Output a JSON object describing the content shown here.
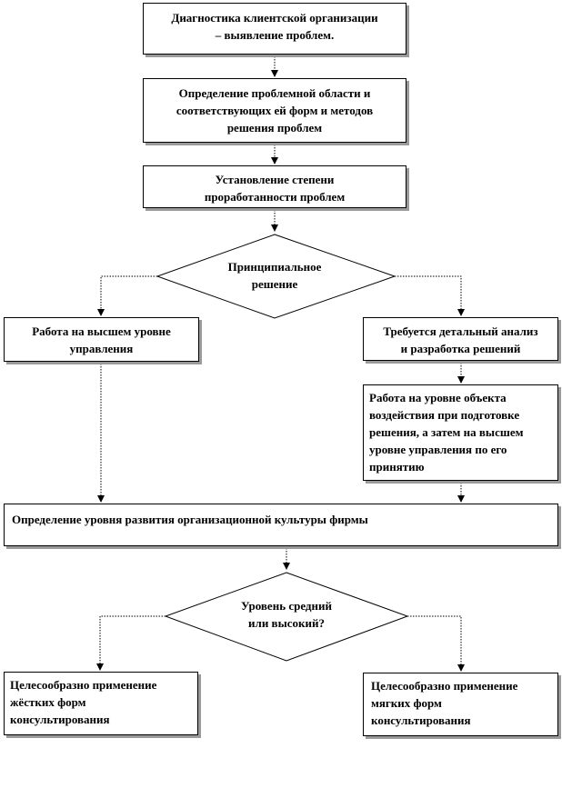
{
  "flowchart": {
    "steps": {
      "diagnostics": "Диагностика клиентской организации\n– выявление проблем.",
      "problem_area": "Определение проблемной области и\nсоответствующих ей форм и методов\nрешения проблем",
      "elaboration": "Установление степени\nпроработанности проблем",
      "top_level_work": "Работа на высшем уровне\nуправления",
      "detailed_analysis": "Требуется  детальный анализ\nи разработка решений",
      "object_level_work": "Работа на уровне объекта\nвоздействия при подготовке\nрешения, а затем на высшем\nуровне управления по его\nпринятию",
      "culture_level": "Определение уровня развития организационной культуры  фирмы",
      "hard_forms": "Целесообразно применение\nжёстких форм\nконсультирования",
      "soft_forms": "Целесообразно применение\nмягких форм\nконсультирования"
    },
    "decisions": {
      "principal": "Принципиальное\nрешение",
      "culture": "Уровень средний\nили высокий?"
    }
  }
}
